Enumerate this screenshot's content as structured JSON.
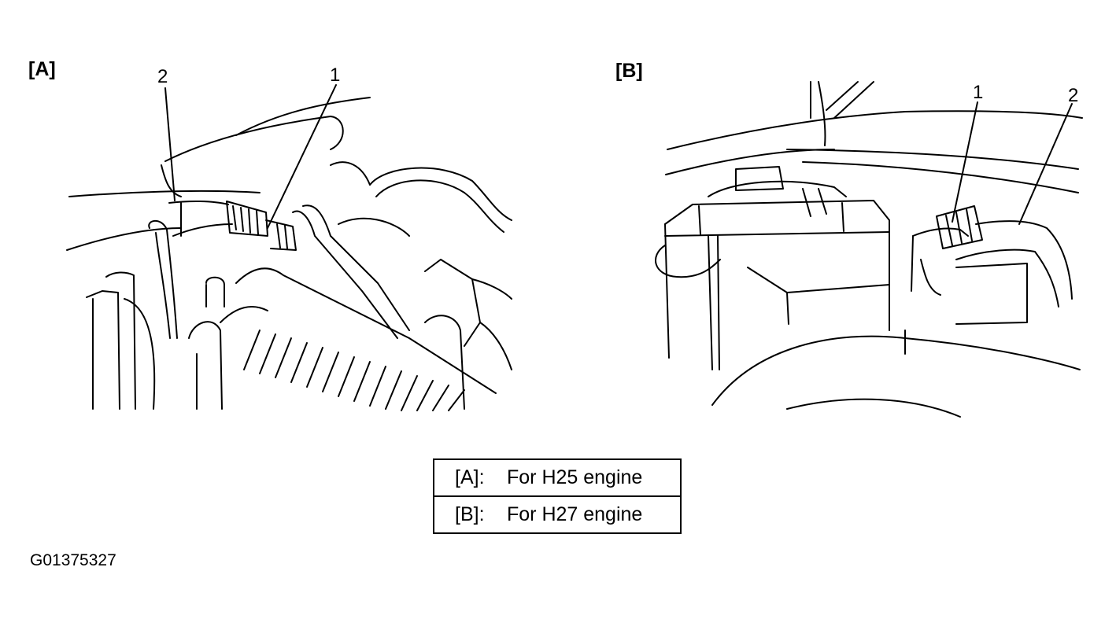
{
  "panels": [
    {
      "label": "[A]",
      "callouts": [
        "2",
        "1"
      ]
    },
    {
      "label": "[B]",
      "callouts": [
        "1",
        "2"
      ]
    }
  ],
  "legend": [
    {
      "key": "[A]:",
      "description": "For H25 engine"
    },
    {
      "key": "[B]:",
      "description": "For H27 engine"
    }
  ],
  "figure_id": "G01375327"
}
